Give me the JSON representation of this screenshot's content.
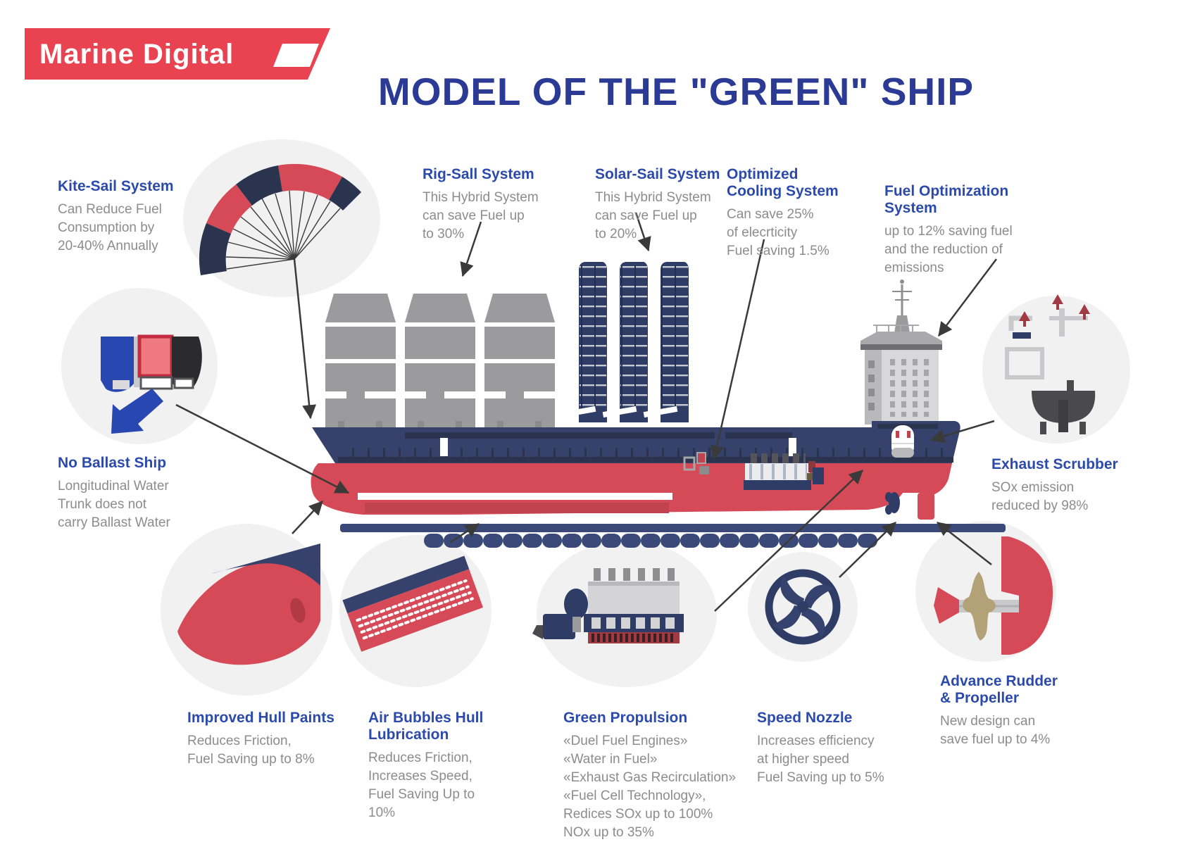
{
  "logo": {
    "text": "Marine Digital"
  },
  "title": "MODEL OF THE \"GREEN\" SHIP",
  "colors": {
    "logo_red": "#E94352",
    "title_blue": "#2B3A94",
    "heading_blue": "#2B4AAC",
    "body_gray": "#8C8C8C",
    "ship_navy": "#36426B",
    "ship_navy_dark": "#2A344F",
    "ship_red": "#D64A57",
    "ship_red_dark": "#C04350",
    "sail_gray": "#9B9B9D",
    "superstructure_gray": "#D8D8DA",
    "circle_gray": "#F1F1F2",
    "arrow_dark": "#3A3A3A",
    "propeller_gold": "#B3A178",
    "solar_navy": "#2E3C66"
  },
  "callouts": {
    "kite": {
      "title": "Kite-Sail System",
      "body": "Can Reduce Fuel\nConsumption by\n20-40% Annually"
    },
    "rig": {
      "title": "Rig-Sall System",
      "body": "This Hybrid System\ncan save Fuel up\nto 30%"
    },
    "solar": {
      "title": "Solar-Sail System",
      "body": "This Hybrid System\ncan save Fuel up\nto 20%"
    },
    "cooling": {
      "title": "Optimized\nCooling System",
      "body": "Can save 25%\nof elecrticity\nFuel saving 1.5%"
    },
    "fuel_opt": {
      "title": "Fuel Optimization\nSystem",
      "body": "up to 12% saving fuel\nand the reduction of\nemissions"
    },
    "exhaust": {
      "title": "Exhaust Scrubber",
      "body": "SOx emission\nreduced by 98%"
    },
    "ballast": {
      "title": "No Ballast Ship",
      "body": "Longitudinal Water\nTrunk does not\ncarry Ballast Water"
    },
    "paints": {
      "title": "Improved Hull Paints",
      "body": "Reduces Friction,\nFuel Saving up to 8%"
    },
    "bubbles": {
      "title": "Air Bubbles Hull\nLubrication",
      "body": "Reduces Friction,\nIncreases Speed,\nFuel Saving Up to\n10%"
    },
    "propulsion": {
      "title": "Green Propulsion",
      "body": "«Duel Fuel Engines»\n«Water in Fuel»\n«Exhaust Gas Recirculation»\n«Fuel Cell Technology»,\nRedices SOx up to 100%\nNOx up to 35%"
    },
    "nozzle": {
      "title": "Speed Nozzle",
      "body": "Increases efficiency\nat higher speed\nFuel Saving up to 5%"
    },
    "rudder": {
      "title": "Advance Rudder\n& Propeller",
      "body": "New design can\nsave fuel up to 4%"
    }
  }
}
